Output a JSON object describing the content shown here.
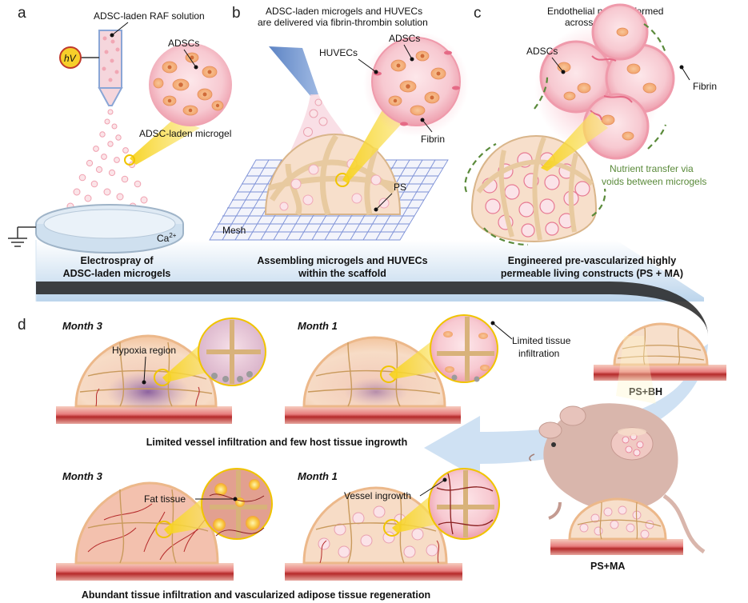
{
  "panels": {
    "a": "a",
    "b": "b",
    "c": "c",
    "d": "d"
  },
  "panel_a": {
    "raf_solution": "ADSC-laden RAF solution",
    "adscs": "ADSCs",
    "microgel": "ADSC-laden microgel",
    "hv": "hV",
    "calcium": "Ca",
    "calcium_sup": "2+",
    "caption_line1": "Electrospray of",
    "caption_line2": "ADSC-laden microgels"
  },
  "panel_b": {
    "title_line1": "ADSC-laden microgels and HUVECs",
    "title_line2": "are delivered via fibrin-thrombin solution",
    "adscs": "ADSCs",
    "huvecs": "HUVECs",
    "fibrin": "Fibrin",
    "ps": "PS",
    "mesh": "Mesh",
    "caption_line1": "Assembling microgels and HUVECs",
    "caption_line2": "within the scaffold"
  },
  "panel_c": {
    "title_line1": "Endothelial network formed",
    "title_line2": "across microgels",
    "adscs": "ADSCs",
    "fibrin": "Fibrin",
    "nutrient_line1": "Nutrient transfer via",
    "nutrient_line2": "voids between microgels",
    "caption_line1": "Engineered pre-vascularized highly",
    "caption_line2": "permeable living constructs (PS + MA)"
  },
  "panel_d": {
    "top_left_month": "Month 3",
    "top_right_month": "Month 1",
    "hypoxia": "Hypoxia region",
    "limited_line1": "Limited tissue",
    "limited_line2": "infiltration",
    "top_caption": "Limited vessel infiltration and few host tissue ingrowth",
    "bottom_left_month": "Month 3",
    "bottom_right_month": "Month 1",
    "fat": "Fat tissue",
    "vessel": "Vessel ingrowth",
    "bottom_caption": "Abundant tissue infiltration and vascularized adipose tissue regeneration",
    "psbh": "PS+BH",
    "psma": "PS+MA"
  },
  "colors": {
    "blue_band": "#c9ddef",
    "skin": "#f3b9a6",
    "vessel": "#b52a2a",
    "gel": "#f6c8cf",
    "scaffold": "#e8caa0",
    "highlight": "#f7d21a",
    "nutrient": "#5a8a3a",
    "hypoxia": "#8a63a8"
  }
}
